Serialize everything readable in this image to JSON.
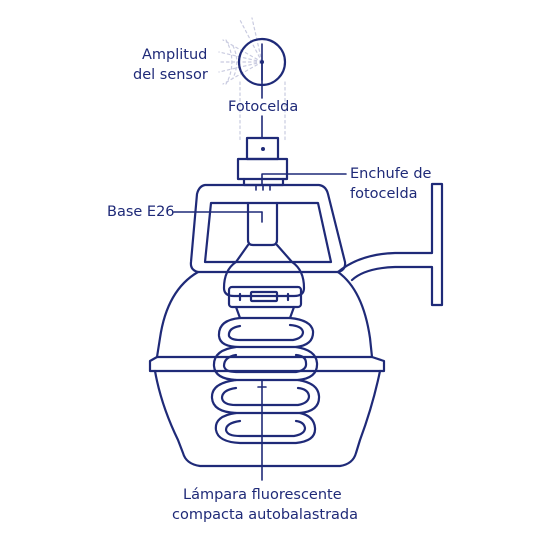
{
  "labels": {
    "sensor_range": [
      "Amplitud",
      "del sensor"
    ],
    "photocell": "Fotocelda",
    "photocell_socket": [
      "Enchufe de",
      "fotocelda"
    ],
    "base": "Base E26",
    "lamp": [
      "Lámpara fluorescente",
      "compacta autobalastrada"
    ]
  },
  "colors": {
    "line": "#1f2a78",
    "text": "#1f2a78",
    "background": "#ffffff",
    "sensor_range": "#c9cbe0"
  }
}
